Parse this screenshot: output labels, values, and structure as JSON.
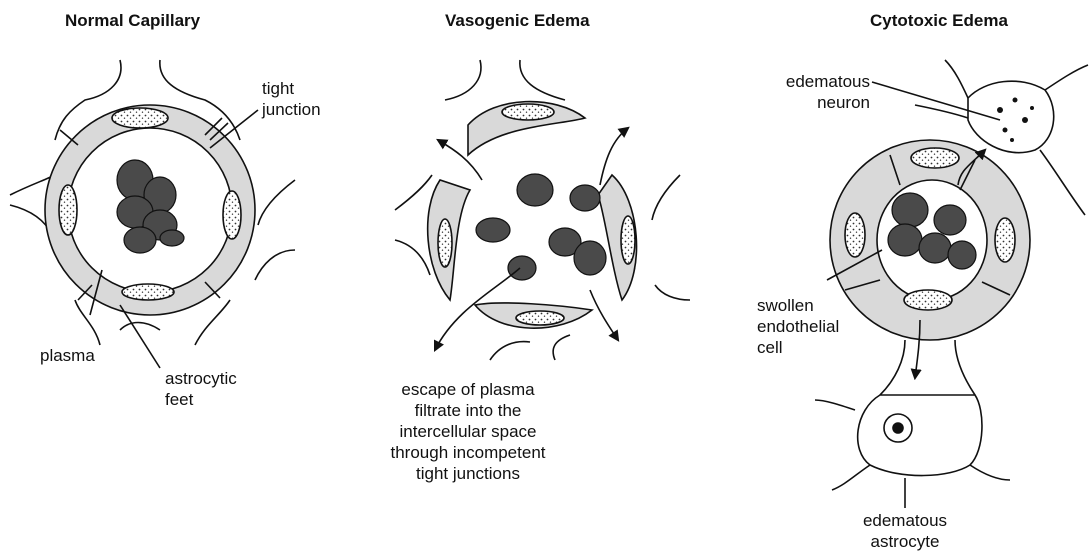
{
  "panels": {
    "normal": {
      "title": "Normal Capillary",
      "labels": {
        "tight_junction": "tight\njunction",
        "plasma": "plasma",
        "astrocytic_feet": "astrocytic\nfeet"
      }
    },
    "vasogenic": {
      "title": "Vasogenic Edema",
      "caption": "escape of plasma\nfiltrate into the\nintercellular space\nthrough incompetent\ntight junctions"
    },
    "cytotoxic": {
      "title": "Cytotoxic Edema",
      "labels": {
        "edematous_neuron": "edematous\nneuron",
        "swollen_endothelial_cell": "swollen\nendothelial\ncell",
        "edematous_astrocyte": "edematous\nastrocyte"
      }
    }
  },
  "colors": {
    "ink": "#111111",
    "cell_fill": "#d9d9d9",
    "rbc_fill": "#4a4a4a",
    "background": "#ffffff"
  }
}
